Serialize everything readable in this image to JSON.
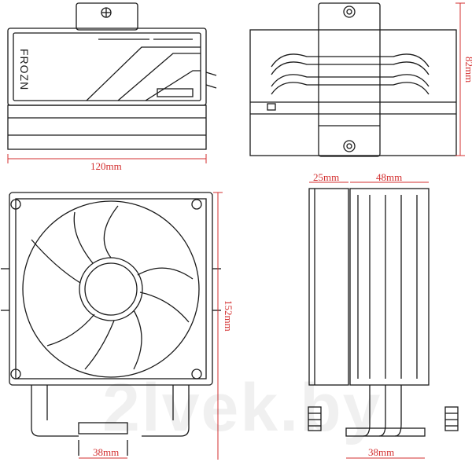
{
  "dimensions": {
    "top_width": "120mm",
    "top_depth": "82mm",
    "front_height": "152mm",
    "front_base_width": "38mm",
    "side_fan_depth": "25mm",
    "side_heatsink_depth": "48mm",
    "side_base_width": "38mm"
  },
  "brand": {
    "logo_text": "FROZN"
  },
  "watermark": "2lvek.by",
  "colors": {
    "line": "#1a1a1a",
    "dimension": "#d32f2f",
    "fill": "#ffffff"
  }
}
